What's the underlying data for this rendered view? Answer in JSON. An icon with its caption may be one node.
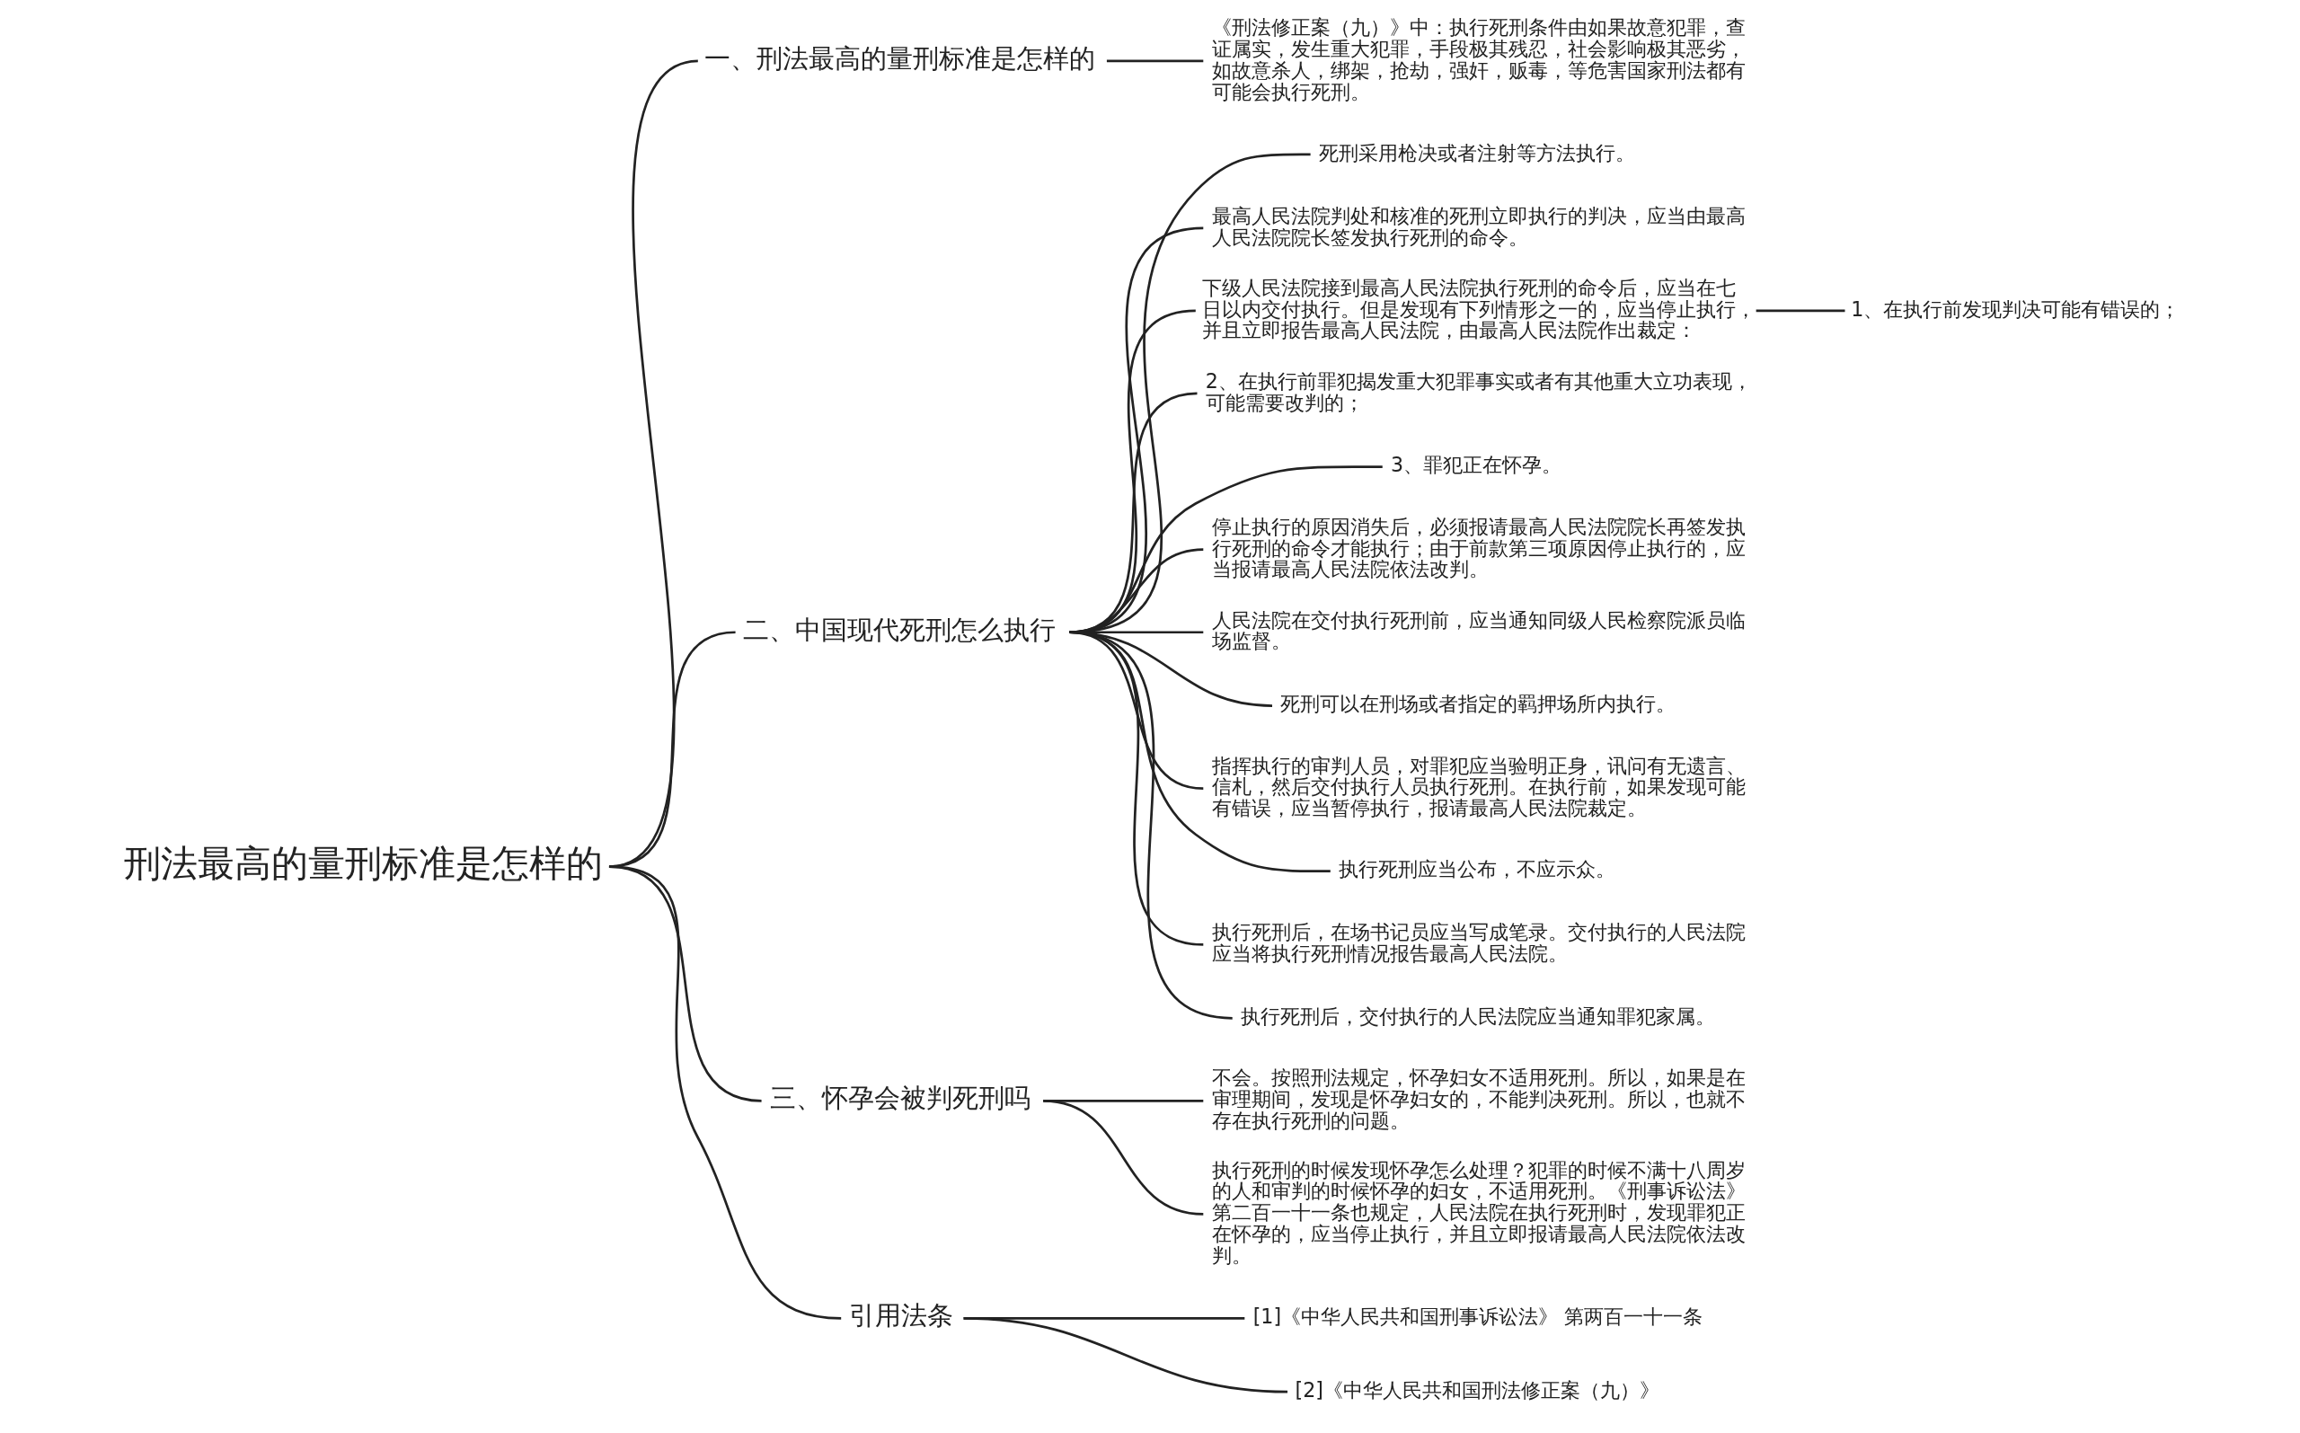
{
  "diagram": {
    "nodes": [
      {
        "text": [
          "刑法最高的量刑标准是怎样的"
        ]
      },
      {
        "text": [
          "一、刑法最高的量刑标准是怎样的"
        ]
      },
      {
        "text": [
          "《刑法修正案（九）》中：执行死刑条件由如果故意犯罪，查证属实，发生重大犯罪，手段极其残忍，社会影响极其恶劣，如故意杀人，绑架，抢劫，强奸，贩毒，等危害国家刑法都有可能会执行死刑。"
        ]
      },
      {
        "text": [
          "二、中国现代死刑怎么执行"
        ]
      },
      {
        "text": [
          "死刑采用枪决或者注射等方法执行。"
        ]
      },
      {
        "text": [
          "最高人民法院判处和核准的死刑立即执行的判决，应当由最高人民法院院长签发执行死刑的命令。"
        ]
      },
      {
        "text": [
          "下级人民法院接到最高人民法院执行死刑的命令后，应当在七日以内交付执行。但是发现有下列情形之一的，应当停止执行，并且立即报告最高人民法院，由最高人民法院作出裁定："
        ]
      },
      {
        "text": [
          "1、在执行前发现判决可能有错误的；"
        ]
      },
      {
        "text": [
          "2、在执行前罪犯揭发重大犯罪事实或者有其他重大立功表现，可能需要改判的；"
        ]
      },
      {
        "text": [
          "3、罪犯正在怀孕。"
        ]
      },
      {
        "text": [
          "停止执行的原因消失后，必须报请最高人民法院院长再签发执行死刑的命令才能执行；由于前款第三项原因停止执行的，应当报请最高人民法院依法改判。"
        ]
      },
      {
        "text": [
          "人民法院在交付执行死刑前，应当通知同级人民检察院派员临场监督。"
        ]
      },
      {
        "text": [
          "死刑可以在刑场或者指定的羁押场所内执行。"
        ]
      },
      {
        "text": [
          "指挥执行的审判人员，对罪犯应当验明正身，讯问有无遗言、信札，然后交付执行人员执行死刑。在执行前，如果发现可能有错误，应当暂停执行，报请最高人民法院裁定。"
        ]
      },
      {
        "text": [
          "执行死刑应当公布，不应示众。"
        ]
      },
      {
        "text": [
          "执行死刑后，在场书记员应当写成笔录。交付执行的人民法院应当将执行死刑情况报告最高人民法院。"
        ]
      },
      {
        "text": [
          "执行死刑后，交付执行的人民法院应当通知罪犯家属。"
        ]
      },
      {
        "text": [
          "三、怀孕会被判死刑吗"
        ]
      },
      {
        "text": [
          "不会。按照刑法规定，怀孕妇女不适用死刑。所以，如果是在审理期间，发现是怀孕妇女的，不能判决死刑。所以，也就不存在执行死刑的问题。"
        ]
      },
      {
        "text": [
          "执行死刑的时候发现怀孕怎么处理？犯罪的时候不满十八周岁的人和审判的时候怀孕的妇女，不适用死刑。《刑事诉讼法》第二百一十一条也规定，人民法院在执行死刑时，发现罪犯正在怀孕的，应当停止执行，并且立即报请最高人民法院依法改判。"
        ]
      },
      {
        "text": [
          "引用法条"
        ]
      },
      {
        "text": [
          "[1]《中华人民共和国刑事诉讼法》 第两百一十一条"
        ]
      },
      {
        "text": [
          "[2]《中华人民共和国刑法修正案（九）》"
        ]
      }
    ],
    "edges": [
      {
        "from": 0,
        "to": 1,
        "arrow": "none"
      },
      {
        "from": 1,
        "to": 2,
        "arrow": "none"
      },
      {
        "from": 0,
        "to": 3,
        "arrow": "none"
      },
      {
        "from": 3,
        "to": 4,
        "arrow": "none"
      },
      {
        "from": 3,
        "to": 5,
        "arrow": "none"
      },
      {
        "from": 3,
        "to": 6,
        "arrow": "none"
      },
      {
        "from": 6,
        "to": 7,
        "arrow": "none"
      },
      {
        "from": 3,
        "to": 8,
        "arrow": "none"
      },
      {
        "from": 3,
        "to": 9,
        "arrow": "none"
      },
      {
        "from": 3,
        "to": 10,
        "arrow": "none"
      },
      {
        "from": 3,
        "to": 11,
        "arrow": "none"
      },
      {
        "from": 3,
        "to": 12,
        "arrow": "none"
      },
      {
        "from": 3,
        "to": 13,
        "arrow": "none"
      },
      {
        "from": 3,
        "to": 14,
        "arrow": "none"
      },
      {
        "from": 3,
        "to": 15,
        "arrow": "none"
      },
      {
        "from": 3,
        "to": 16,
        "arrow": "none"
      },
      {
        "from": 0,
        "to": 17,
        "arrow": "none"
      },
      {
        "from": 17,
        "to": 18,
        "arrow": "none"
      },
      {
        "from": 17,
        "to": 19,
        "arrow": "none"
      },
      {
        "from": 0,
        "to": 20,
        "arrow": "none"
      },
      {
        "from": 20,
        "to": 21,
        "arrow": "none"
      },
      {
        "from": 20,
        "to": 22,
        "arrow": "none"
      }
    ]
  }
}
